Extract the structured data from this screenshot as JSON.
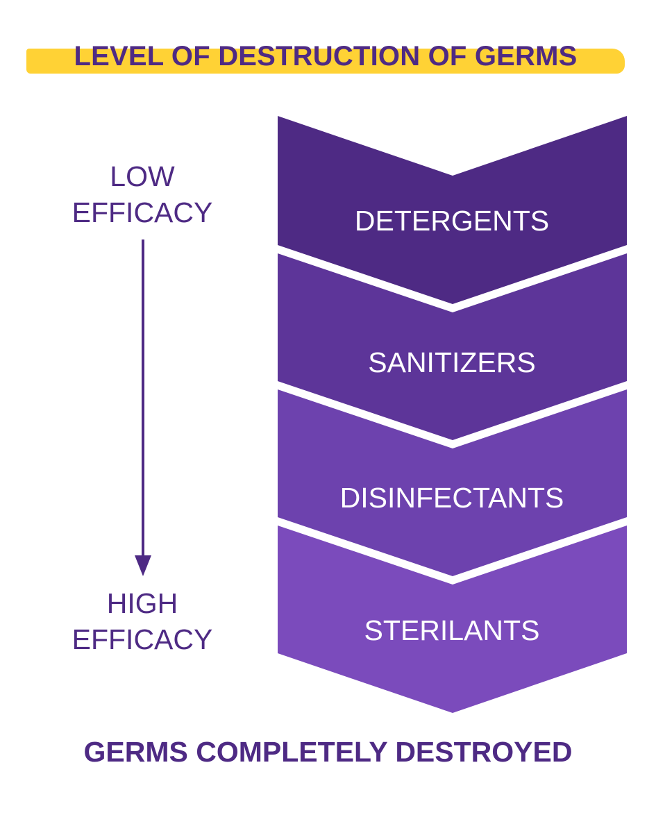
{
  "title": "LEVEL OF DESTRUCTION OF GERMS",
  "low_label": {
    "line1": "LOW",
    "line2": "EFFICACY"
  },
  "high_label": {
    "line1": "HIGH",
    "line2": "EFFICACY"
  },
  "levels": [
    {
      "label": "DETERGENTS",
      "color": "#4e2a84"
    },
    {
      "label": "SANITIZERS",
      "color": "#5d3599"
    },
    {
      "label": "DISINFECTANTS",
      "color": "#6d42ae"
    },
    {
      "label": "STERILANTS",
      "color": "#7b4bbc"
    }
  ],
  "footer": "GERMS COMPLETELY DESTROYED",
  "colors": {
    "primary_text": "#4e2a84",
    "highlight": "#ffd235",
    "arrow": "#4e2a84"
  }
}
